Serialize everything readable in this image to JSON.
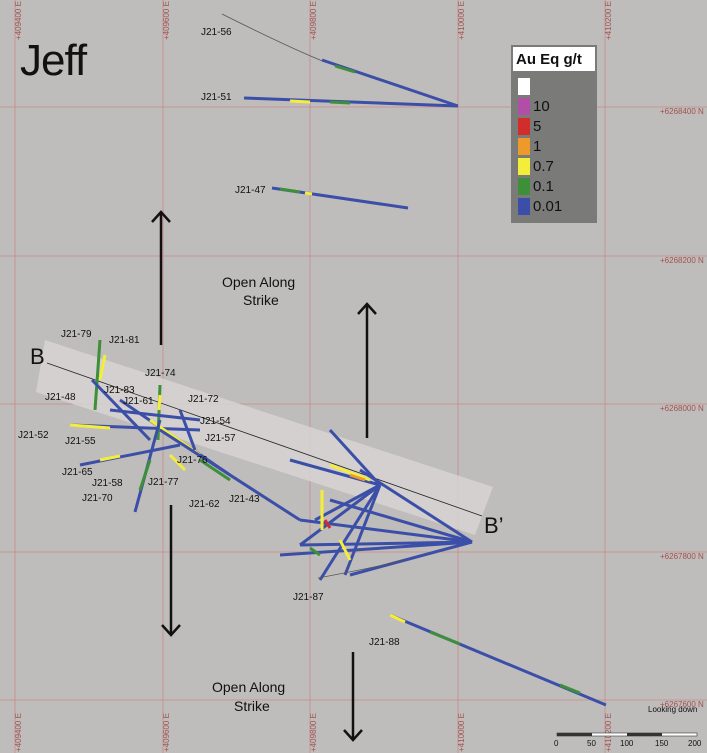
{
  "title": "Jeff",
  "view_note": "Looking down",
  "section": {
    "start": "B",
    "end": "B’"
  },
  "grid": {
    "eastings": [
      "+409400 E",
      "+409600 E",
      "+409800 E",
      "+410000 E",
      "+410200 E"
    ],
    "northings": [
      "+6268400 N",
      "+6268200 N",
      "+6268000 N",
      "+6267800 N",
      "+6267600 N"
    ]
  },
  "strike_notes": {
    "upper_line1": "Open Along",
    "upper_line2": "Strike",
    "lower_line1": "Open Along",
    "lower_line2": "Strike"
  },
  "legend": {
    "title": "Au Eq g/t",
    "items": [
      {
        "label": "",
        "color": "#ffffff"
      },
      {
        "label": "10",
        "color": "#b04fa5"
      },
      {
        "label": "5",
        "color": "#d32c2c"
      },
      {
        "label": "1",
        "color": "#ee9a2a"
      },
      {
        "label": "0.7",
        "color": "#f4ee3a"
      },
      {
        "label": "0.1",
        "color": "#3e8f3a"
      },
      {
        "label": "0.01",
        "color": "#3c4fa8"
      }
    ]
  },
  "scale_bar": {
    "ticks": [
      "0",
      "50",
      "100",
      "150",
      "200"
    ]
  },
  "drill_holes": [
    "J21-56",
    "J21-51",
    "J21-47",
    "J21-79",
    "J21-81",
    "J21-74",
    "J21-48",
    "J21-83",
    "J21-61",
    "J21-72",
    "J21-54",
    "J21-52",
    "J21-55",
    "J21-57",
    "J21-76",
    "J21-65",
    "J21-58",
    "J21-77",
    "J21-70",
    "J21-43",
    "J21-62",
    "J21-87",
    "J21-88"
  ]
}
